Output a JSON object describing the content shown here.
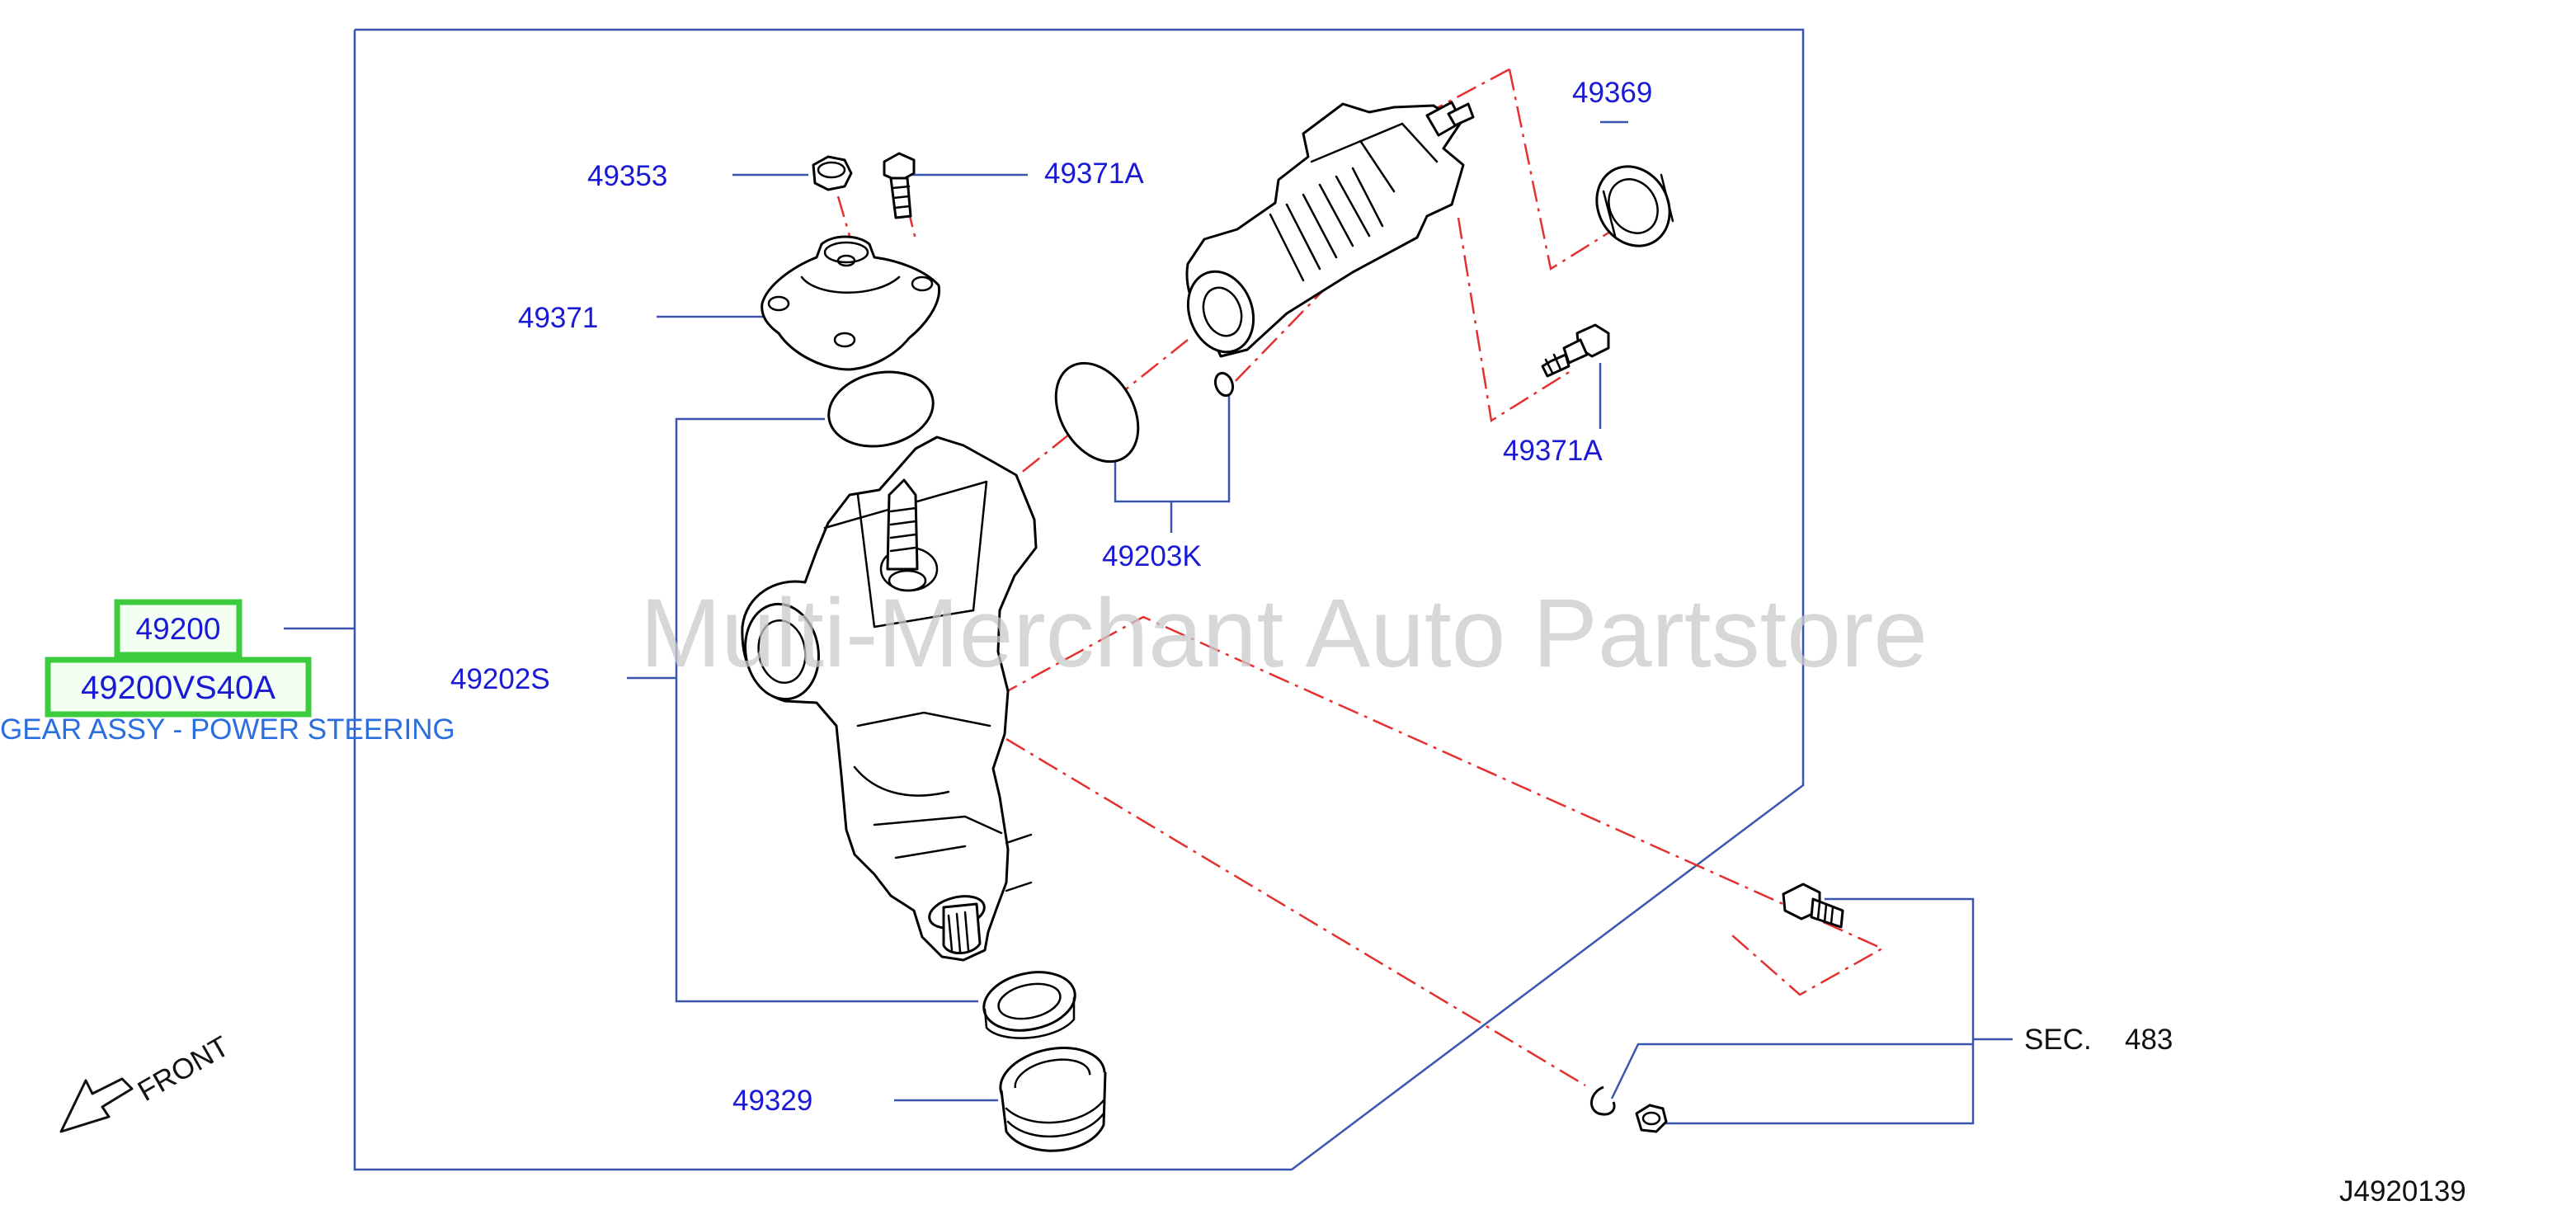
{
  "watermark": "Multi-Merchant Auto Partstore",
  "main_assembly": {
    "part_number": "49200",
    "part_code": "49200VS40A",
    "description": "GEAR ASSY - POWER STEERING"
  },
  "callouts": {
    "p49353": "49353",
    "p49371A_top": "49371A",
    "p49371": "49371",
    "p49369": "49369",
    "p49371A_right": "49371A",
    "p49203K": "49203K",
    "p49202S": "49202S",
    "p49329": "49329",
    "sec_label": "SEC.",
    "sec_number": "483"
  },
  "front_label": "FRONT",
  "diagram_id": "J4920139",
  "colors": {
    "callout_text": "#1a1ad6",
    "leader_lines": "#3a55b0",
    "phantom_lines": "#e53030",
    "highlight": "#3dcc3d",
    "description_text": "#2a6ee0"
  }
}
